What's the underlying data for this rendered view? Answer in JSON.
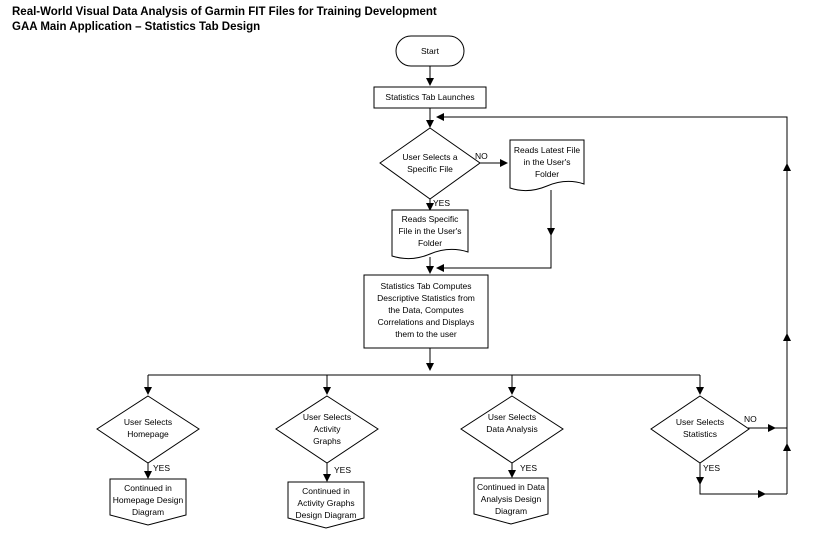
{
  "title": {
    "line1": "Real-World Visual Data Analysis of Garmin FIT Files for Training Development",
    "line2": "GAA Main Application – Statistics Tab Design"
  },
  "nodes": {
    "start": "Start",
    "launch": "Statistics Tab Launches",
    "decision_file": [
      "User Selects a",
      "Specific File"
    ],
    "read_latest": [
      "Reads Latest File",
      "in the User's",
      "Folder"
    ],
    "read_specific": [
      "Reads Specific",
      "File in the User's",
      "Folder"
    ],
    "compute": [
      "Statistics Tab Computes",
      "Descriptive Statistics from",
      "the Data, Computes",
      "Correlations and Displays",
      "them to the user"
    ],
    "sel_homepage": [
      "User Selects",
      "Homepage"
    ],
    "sel_activity": [
      "User Selects",
      "Activity",
      "Graphs"
    ],
    "sel_data": [
      "User Selects",
      "Data Analysis"
    ],
    "sel_stats": [
      "User Selects",
      "Statistics"
    ],
    "cont_homepage": [
      "Continued in",
      "Homepage Design",
      "Diagram"
    ],
    "cont_activity": [
      "Continued in",
      "Activity Graphs",
      "Design Diagram"
    ],
    "cont_data": [
      "Continued in Data",
      "Analysis Design",
      "Diagram"
    ]
  },
  "edges": {
    "no_file": "NO",
    "yes_file": "YES",
    "yes_homepage": "YES",
    "yes_activity": "YES",
    "yes_data": "YES",
    "no_stats": "NO",
    "yes_stats": "YES"
  }
}
